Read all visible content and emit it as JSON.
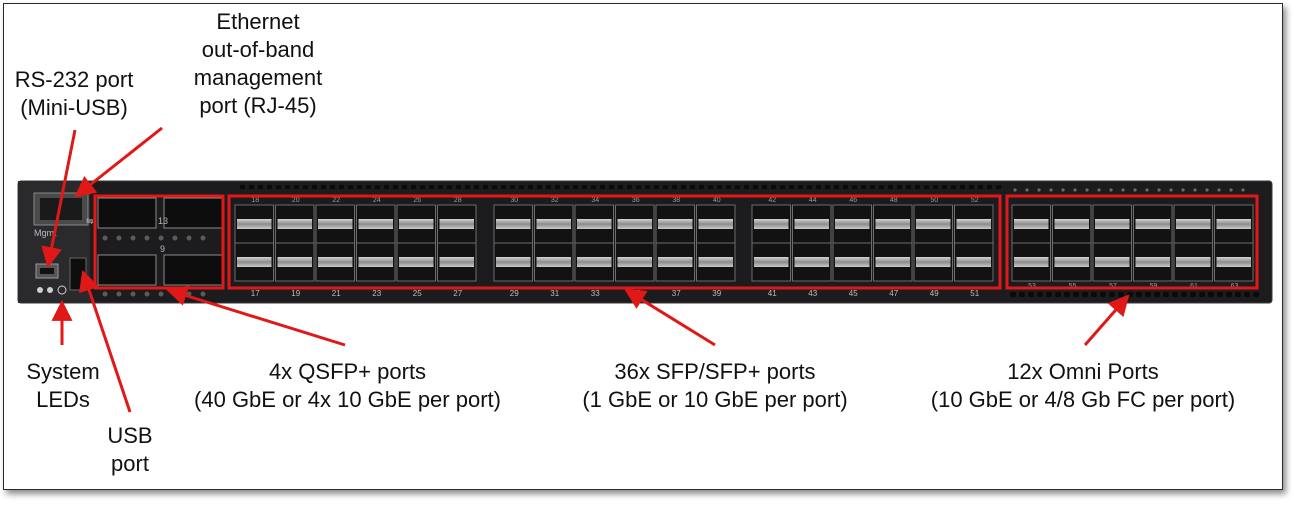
{
  "callouts": {
    "rs232": [
      "RS-232 port",
      "(Mini-USB)"
    ],
    "ethernet": [
      "Ethernet",
      "out-of-band",
      "management",
      "port (RJ-45)"
    ],
    "system_leds": [
      "System",
      "LEDs"
    ],
    "usb": [
      "USB",
      "port"
    ],
    "qsfp": [
      "4x QSFP+ ports",
      "(40 GbE or 4x 10 GbE per port)"
    ],
    "sfp": [
      "36x SFP/SFP+ ports",
      "(1 GbE or 10 GbE per port)"
    ],
    "omni": [
      "12x Omni Ports",
      "(10 GbE or 4/8 Gb FC per port)"
    ]
  },
  "panel": {
    "mgmt_label": "Mgmt",
    "qsfp_numbers": [
      "13",
      "9"
    ],
    "sfp_top_numbers": [
      "18",
      "20",
      "22",
      "24",
      "26",
      "28",
      "30",
      "32",
      "34",
      "36",
      "38",
      "40",
      "42",
      "44",
      "46",
      "48",
      "50",
      "52"
    ],
    "sfp_bottom_numbers": [
      "17",
      "19",
      "21",
      "23",
      "25",
      "27",
      "29",
      "31",
      "33",
      "35",
      "37",
      "39",
      "41",
      "43",
      "45",
      "47",
      "49",
      "51"
    ],
    "omni_bottom_numbers": [
      "53",
      "55",
      "57",
      "59",
      "61",
      "63"
    ]
  },
  "colors": {
    "highlight": "#e01818",
    "arrow": "#e01818",
    "chassis": "#1c1c1e",
    "port_cage": "#9a9a9a"
  }
}
